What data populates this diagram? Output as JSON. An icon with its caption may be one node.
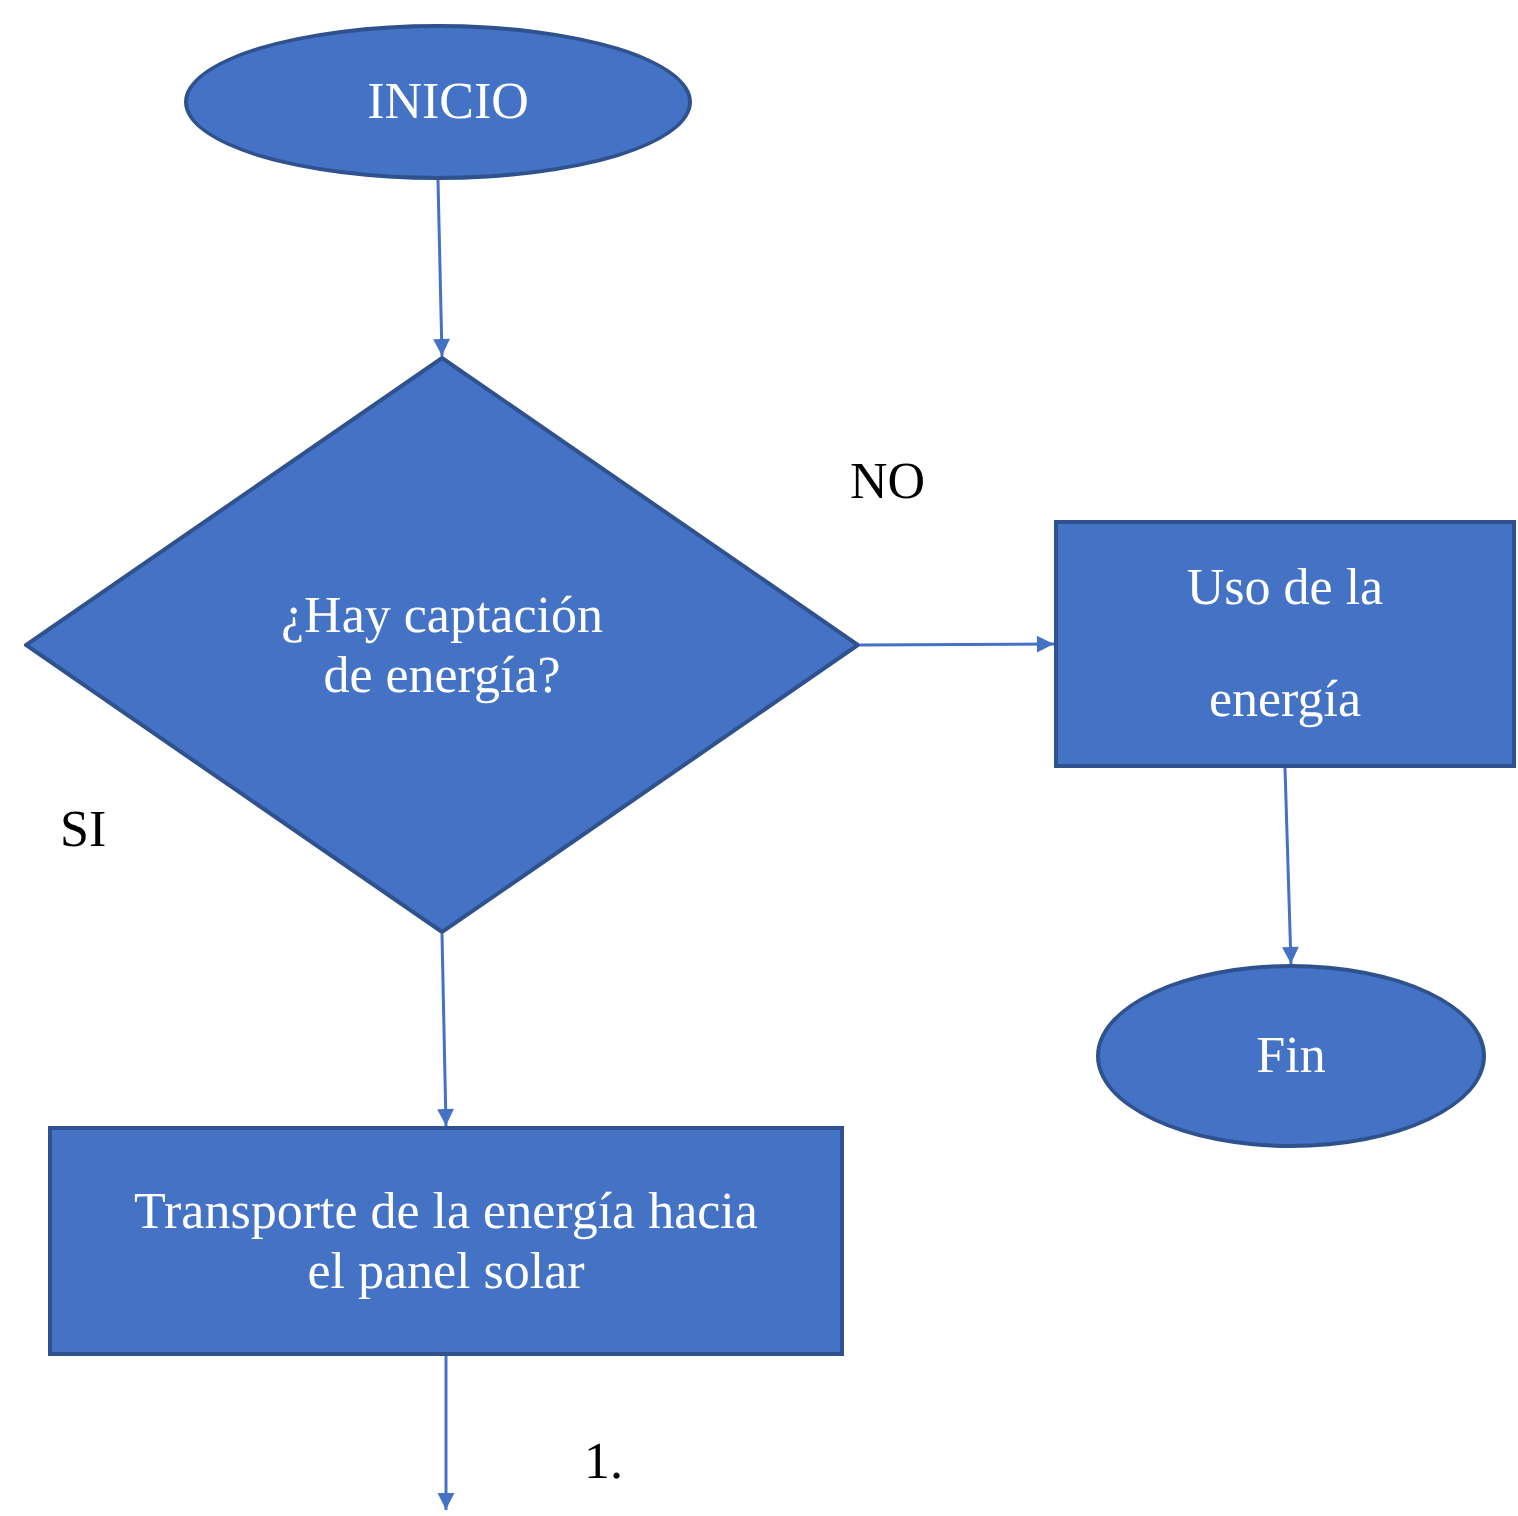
{
  "diagram": {
    "nodes": [
      {
        "text": [
          "INICIO"
        ]
      },
      {
        "text": [
          "¿Hay captación de energía?"
        ]
      },
      {
        "text": [
          "Uso de la energía"
        ]
      },
      {
        "text": [
          "Fin"
        ]
      },
      {
        "text": [
          "Transporte de la energía hacia el panel solar"
        ]
      }
    ],
    "edges": [
      {
        "from": 0,
        "to": 1,
        "arrow": "to"
      },
      {
        "from": 1,
        "to": 2,
        "arrow": "to"
      },
      {
        "from": 2,
        "to": 3,
        "arrow": "to"
      },
      {
        "from": 1,
        "to": 4,
        "arrow": "to"
      },
      {
        "from": 4,
        "to": null,
        "arrow": "to"
      }
    ],
    "labels": [
      "NO",
      "SI",
      "1."
    ]
  }
}
